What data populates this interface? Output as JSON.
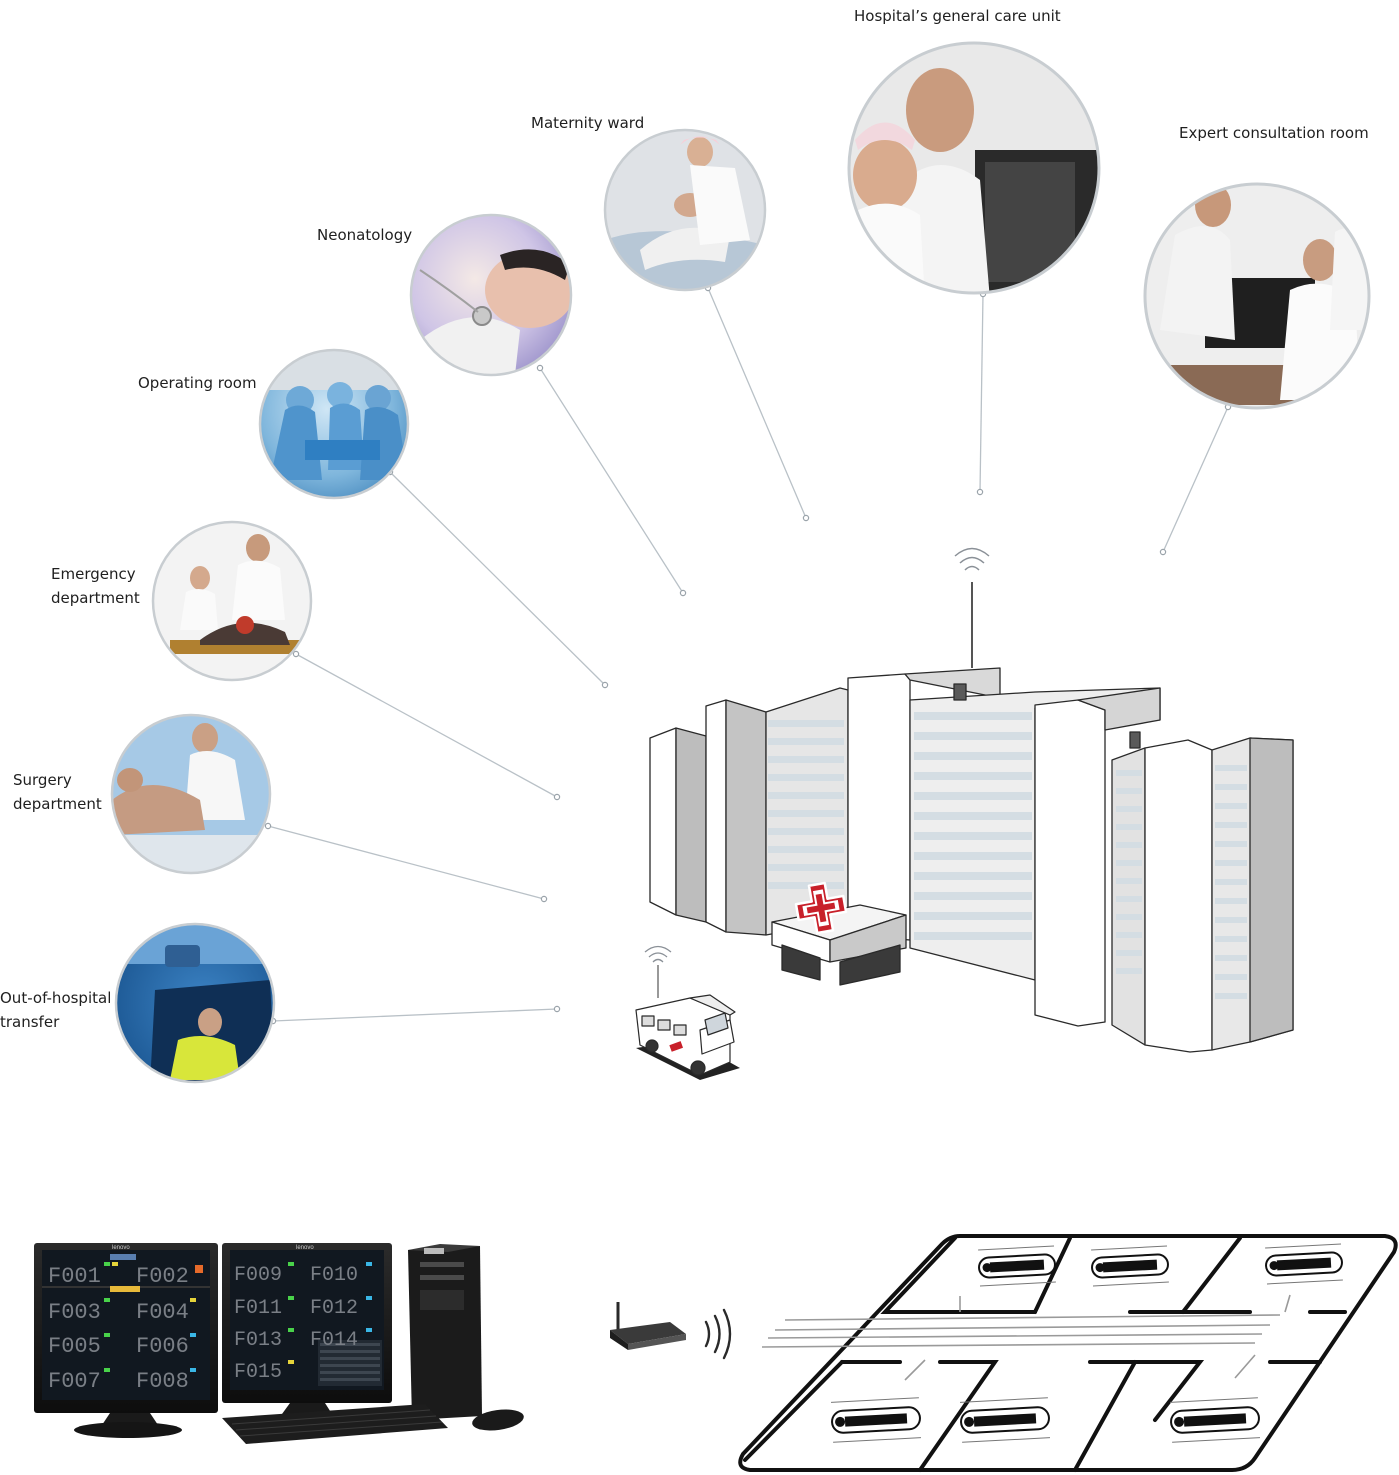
{
  "labels": {
    "general_care": "Hospital’s general care unit",
    "maternity": "Maternity ward",
    "expert": "Expert consultation room",
    "neonatology": "Neonatology",
    "operating": "Operating room",
    "emergency_l1": "Emergency",
    "emergency_l2": "department",
    "surgery_l1": "Surgery",
    "surgery_l2": "department",
    "transfer_l1": "Out-of-hospital",
    "transfer_l2": "transfer"
  },
  "monitor_beds_left": [
    "F001",
    "F002",
    "F003",
    "F004",
    "F005",
    "F006",
    "F007",
    "F008"
  ],
  "monitor_beds_right": [
    "F009",
    "F010",
    "F011",
    "F012",
    "F013",
    "F014",
    "F015"
  ],
  "brand": "lenovo",
  "colors": {
    "line": "#b9c1c7",
    "circle_border": "#c8cdd1",
    "cross": "#c8202a",
    "building_shade": "#bdbdbd",
    "window": "#d4dde3"
  }
}
